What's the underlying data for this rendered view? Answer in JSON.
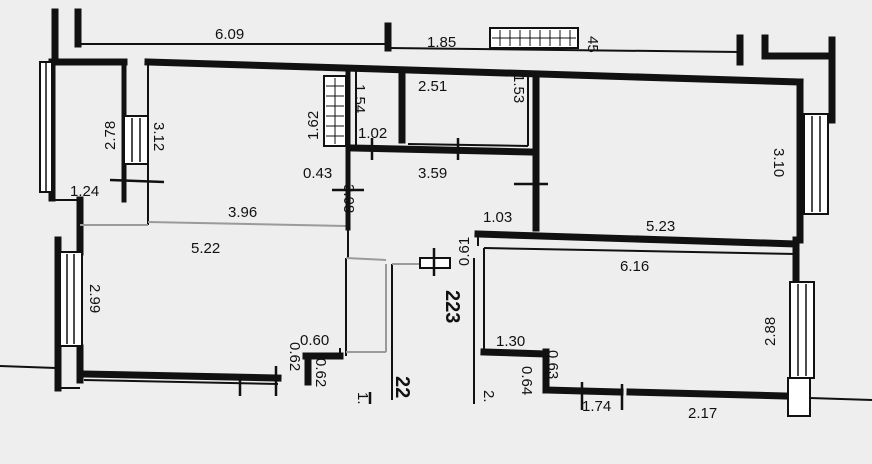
{
  "labels": {
    "l_609": "6.09",
    "l_185": "1.85",
    "l_45": "45",
    "l_278": "2.78",
    "l_312": "3.12",
    "l_124": "1.24",
    "l_162": "1.62",
    "l_154": "1.54",
    "l_102": "1.02",
    "l_251": "2.51",
    "l_153": "1.53",
    "l_043": "0.43",
    "l_359": "3.59",
    "l_308": "3.08",
    "l_310": "3.10",
    "l_396": "3.96",
    "l_103": "1.03",
    "l_523": "5.23",
    "l_061": "0.61",
    "l_522": "5.22",
    "l_616": "6.16",
    "l_299": "2.99",
    "l_288": "2.88",
    "l_060": "0.60",
    "l_062a": "0.62",
    "l_062b": "0.62",
    "l_130": "1.30",
    "l_063": "0.63",
    "l_064": "0.64",
    "l_174": "1.74"
  },
  "apartment_number": "223",
  "fragments": {
    "f_1": "1.",
    "f_22": "22",
    "f_2": "2.",
    "f_217": "2.17"
  }
}
